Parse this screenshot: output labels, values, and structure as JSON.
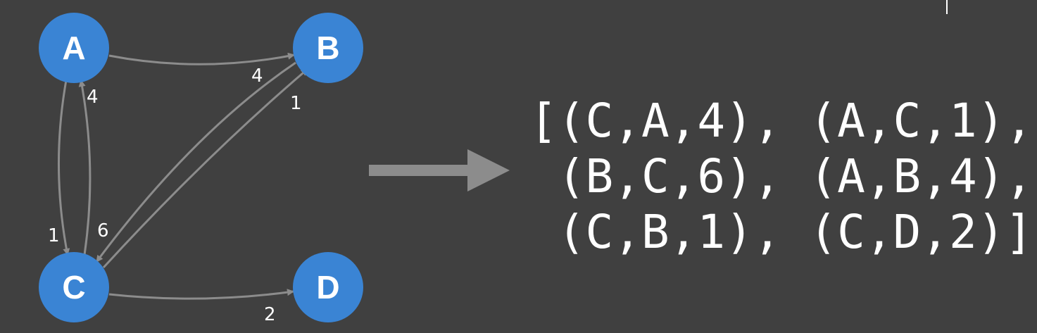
{
  "colors": {
    "background": "#404040",
    "node_fill": "#3a84d4",
    "edge": "#8c8c8c",
    "text": "#ffffff"
  },
  "graph": {
    "nodes": [
      {
        "id": "A",
        "label": "A"
      },
      {
        "id": "B",
        "label": "B"
      },
      {
        "id": "C",
        "label": "C"
      },
      {
        "id": "D",
        "label": "D"
      }
    ],
    "edges": [
      {
        "from": "A",
        "to": "B",
        "weight": "4"
      },
      {
        "from": "A",
        "to": "C",
        "weight": "1"
      },
      {
        "from": "C",
        "to": "A",
        "weight": "4"
      },
      {
        "from": "B",
        "to": "C",
        "weight": "6"
      },
      {
        "from": "C",
        "to": "B",
        "weight": "1"
      },
      {
        "from": "C",
        "to": "D",
        "weight": "2"
      }
    ]
  },
  "edge_list": {
    "lines": [
      "[(C,A,4), (A,C,1),",
      " (B,C,6), (A,B,4),",
      " (C,B,1), (C,D,2)]"
    ]
  }
}
